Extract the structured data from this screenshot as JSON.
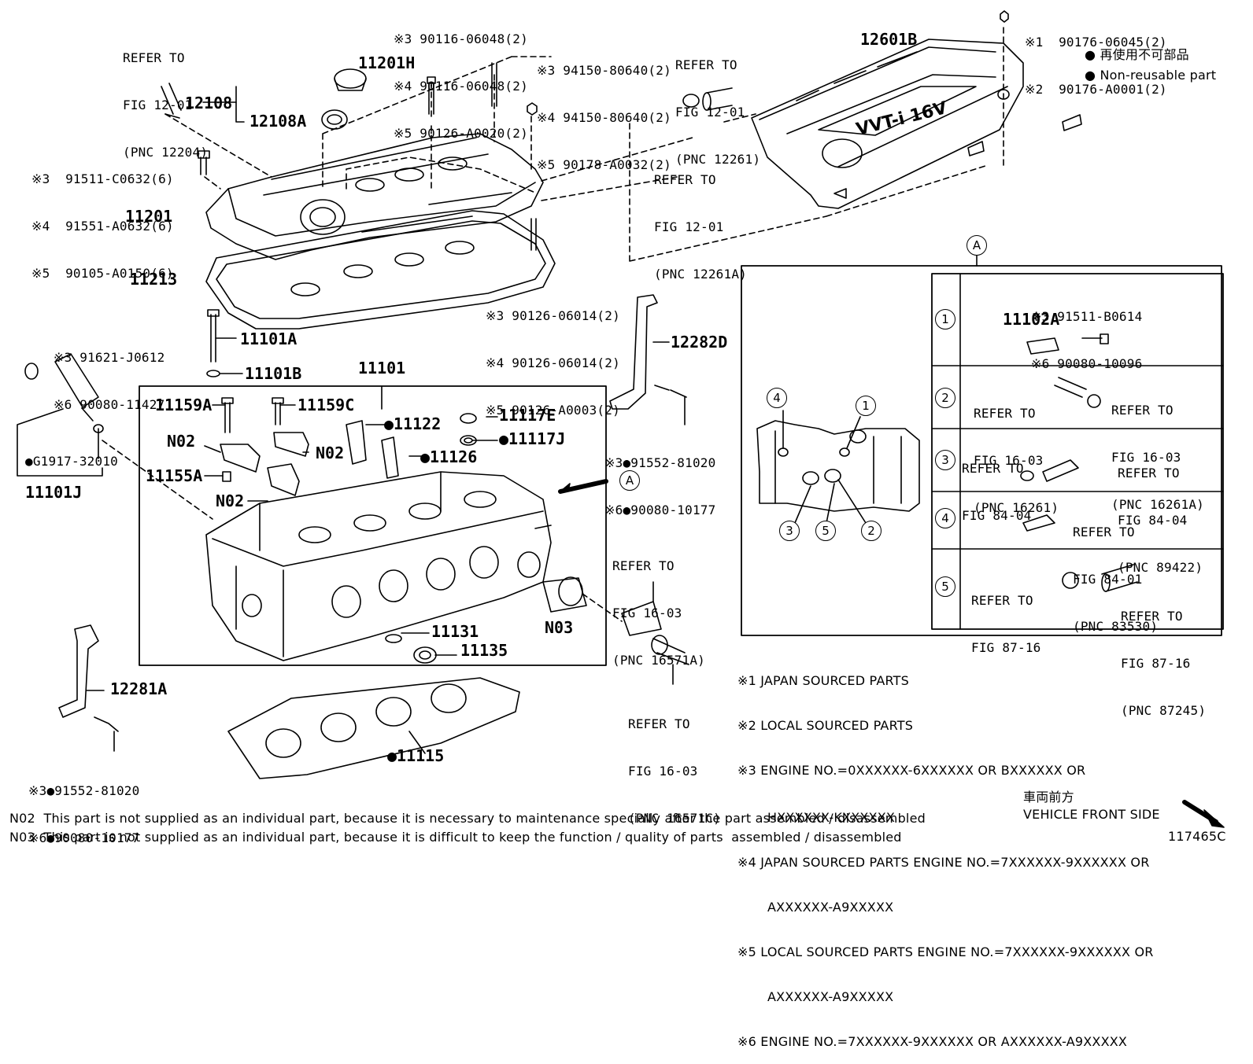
{
  "cover_group": {
    "bolt_refer_12204": [
      "REFER TO",
      "FIG 12-01",
      "(PNC 12204)"
    ],
    "part_12108": "12108",
    "part_12108A": "12108A",
    "part_11201H": "11201H",
    "studs_top": [
      "※3 90116-06048(2)",
      "※4 90116-06048(2)",
      "※5 90126-A0020(2)"
    ],
    "nuts_top": [
      "※3 94150-80640(2)",
      "※4 94150-80640(2)",
      "※5 90178-A0032(2)"
    ],
    "refer_12261": [
      "REFER TO",
      "FIG 12-01",
      "(PNC 12261)"
    ],
    "refer_12261A": [
      "REFER TO",
      "FIG 12-01",
      "(PNC 12261A)"
    ],
    "bolts_left": [
      "※3  91511-C0632(6)",
      "※4  91551-A0632(6)",
      "※5  90105-A0150(6)"
    ],
    "part_11201": "11201",
    "part_11213": "11213",
    "studs_lower": [
      "※3 90126-06014(2)",
      "※4 90126-06014(2)",
      "※5 90126-A0003(2)"
    ]
  },
  "engine_cover": {
    "part_12601B": "12601B",
    "bolts": [
      "※1  90176-06045(2)",
      "※2  90176-A0001(2)"
    ],
    "legend_jp": "再使用不可部品",
    "legend_en": "Non-reusable part",
    "badge_text": "VVT-i 16V"
  },
  "head_group": {
    "ocv_parts": [
      "※3 91621-J0612",
      "※6 90080-11427"
    ],
    "part_G1917": "G1917-32010",
    "part_11101J": "11101J",
    "part_11101A": "11101A",
    "part_11101B": "11101B",
    "part_11101": "11101",
    "part_11159A": "11159A",
    "part_11159C": "11159C",
    "part_11122": "11122",
    "part_11117E": "11117E",
    "part_11117J": "11117J",
    "part_11126": "11126",
    "n02_a": "N02",
    "n02_b": "N02",
    "n02_c": "N02",
    "part_11155A": "11155A",
    "view_a": "A",
    "part_11131": "11131",
    "part_11135": "11135",
    "part_n03": "N03",
    "part_11115": "11115"
  },
  "brackets": {
    "part_12282D": "12282D",
    "bolts_12282D": [
      "※3",
      "91552-81020",
      "※6",
      "90080-10177"
    ],
    "part_12281A": "12281A",
    "bolts_12281A": [
      "※3",
      "91552-81020",
      "※6",
      "90080-10177"
    ],
    "refer_16571A": [
      "REFER TO",
      "FIG 16-03",
      "(PNC 16571A)"
    ],
    "refer_16571C": [
      "REFER TO",
      "FIG 16-03",
      "(PNC 16571C)"
    ]
  },
  "view_a_panel": {
    "header": "A",
    "row1": {
      "num": "1",
      "parts": [
        "※3 91511-B0614",
        "※6 90080-10096"
      ],
      "part": "11102A"
    },
    "row2": {
      "num": "2",
      "left": [
        "REFER TO",
        "FIG 16-03",
        "(PNC 16261)"
      ],
      "right": [
        "REFER TO",
        "FIG 16-03",
        "(PNC 16261A)"
      ]
    },
    "row3": {
      "num": "3",
      "left": [
        "REFER TO",
        "FIG 84-04"
      ],
      "right": [
        "REFER TO",
        "FIG 84-04",
        "(PNC 89422)"
      ]
    },
    "row4": {
      "num": "4",
      "right": [
        "REFER TO",
        "FIG 84-01",
        "(PNC 83530)"
      ]
    },
    "row5": {
      "num": "5",
      "left": [
        "REFER TO",
        "FIG 87-16"
      ],
      "right": [
        "REFER TO",
        "FIG 87-16",
        "(PNC 87245)"
      ]
    },
    "block_markers": [
      "4",
      "1",
      "3",
      "5",
      "2"
    ]
  },
  "notes": [
    "※1 JAPAN SOURCED PARTS",
    "※2 LOCAL SOURCED PARTS",
    "※3 ENGINE NO.=0XXXXXX-6XXXXXX OR BXXXXXX OR",
    "HXXXXXX-KXXXXXX",
    "※4 JAPAN SOURCED PARTS ENGINE NO.=7XXXXXX-9XXXXXX OR",
    "AXXXXXX-A9XXXXX",
    "※5 LOCAL SOURCED PARTS ENGINE NO.=7XXXXXX-9XXXXXX OR",
    "AXXXXXX-A9XXXXX",
    "※6 ENGINE NO.=7XXXXXX-9XXXXXX OR AXXXXXX-A9XXXXX"
  ],
  "footer": {
    "n02": "N02  This part is not supplied as an individual part, because it is necessary to maintenance specially after the part assembled / disassembled",
    "n03": "N03  This part is not supplied as an individual part, because it is difficult to keep the function / quality of parts  assembled / disassembled",
    "front_jp": "車両前方",
    "front_en": "VEHICLE FRONT SIDE",
    "figure_id": "117465C"
  }
}
